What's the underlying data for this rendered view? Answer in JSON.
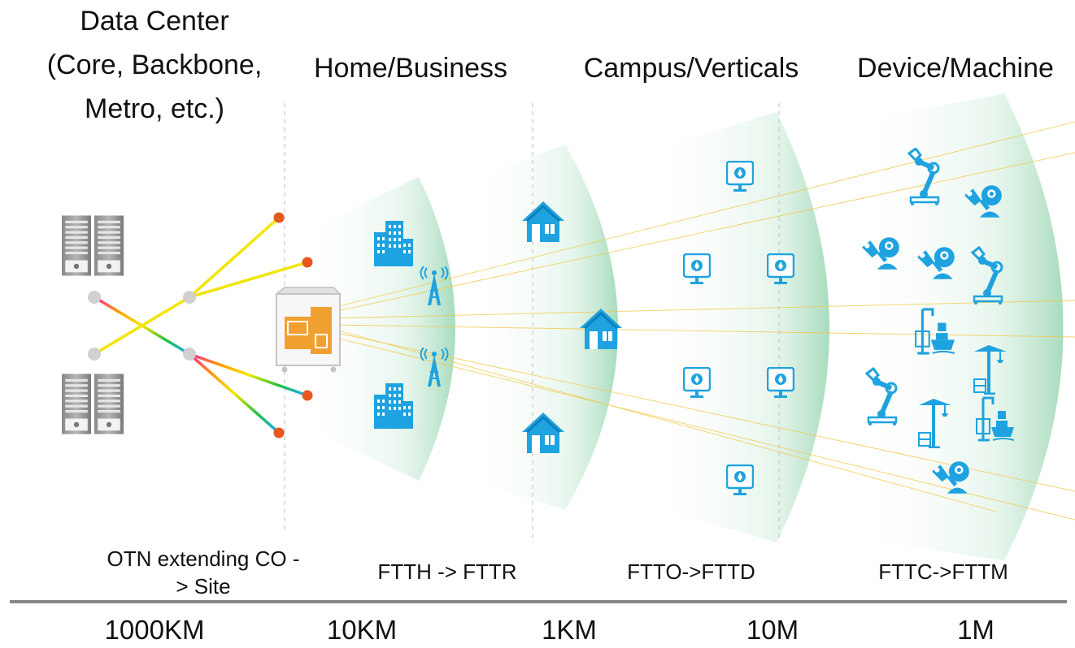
{
  "headers": {
    "datacenter_line1": "Data Center",
    "datacenter_line2": "(Core, Backbone,",
    "datacenter_line3": "Metro, etc.)",
    "home_business": "Home/Business",
    "campus_verticals": "Campus/Verticals",
    "device_machine": "Device/Machine"
  },
  "technologies": {
    "otn_line1": "OTN extending CO -",
    "otn_line2": "> Site",
    "ftth": "FTTH -> FTTR",
    "ftto": "FTTO->FTTD",
    "fttc": "FTTC->FTTM"
  },
  "distances": [
    "1000KM",
    "10KM",
    "1KM",
    "10M",
    "1M"
  ],
  "icons": {
    "server": "server-rack-icon",
    "building": "office-building-icon",
    "antenna": "radio-tower-icon",
    "cabinet": "otn-cabinet-icon",
    "house": "house-icon",
    "terminal": "desk-terminal-icon",
    "robot_arm": "robot-arm-icon",
    "robot": "service-robot-icon",
    "crane": "crane-icon",
    "port": "port-ship-icon"
  },
  "colors": {
    "accent_blue": "#1fa3e0",
    "fan_green": "#a8dcc0",
    "node_orange": "#e8571c",
    "baseline_gray": "#888888",
    "cabinet_orange": "#f0a030"
  }
}
